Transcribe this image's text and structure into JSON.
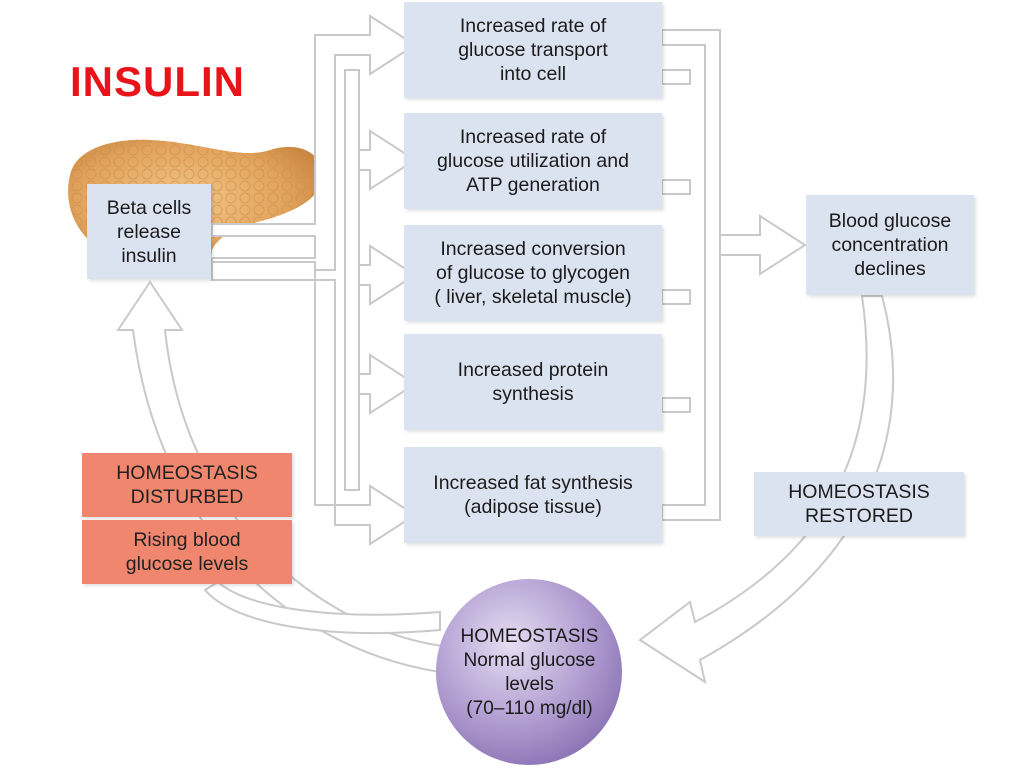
{
  "title": {
    "text": "INSULIN",
    "color": "#e8141a"
  },
  "colors": {
    "box_fill": "#dbe3f1",
    "orange_fill": "#f0866d",
    "circle_fill": "#a995c9",
    "arrow_fill": "#ffffff",
    "arrow_stroke": "#c9c9c9",
    "pancreas_fill": "#e8a95e"
  },
  "icons": {
    "organ": "pancreas-icon"
  },
  "beta_cells": {
    "lines": [
      "Beta cells",
      "release",
      "insulin"
    ]
  },
  "effects": [
    {
      "lines": [
        "Increased rate of",
        "glucose transport",
        "into cell"
      ]
    },
    {
      "lines": [
        "Increased rate of",
        "glucose utilization and",
        "ATP generation"
      ]
    },
    {
      "lines": [
        "Increased conversion",
        "of glucose to glycogen",
        "( liver, skeletal muscle)"
      ]
    },
    {
      "lines": [
        "Increased protein",
        "synthesis"
      ]
    },
    {
      "lines": [
        "Increased fat synthesis",
        "(adipose tissue)"
      ]
    }
  ],
  "blood_glucose": {
    "lines": [
      "Blood glucose",
      "concentration",
      "declines"
    ]
  },
  "homeostasis_restored": {
    "lines": [
      "HOMEOSTASIS",
      "RESTORED"
    ]
  },
  "homeostasis_disturbed": {
    "header": "HOMEOSTASIS DISTURBED",
    "header_lines": [
      "HOMEOSTASIS",
      "DISTURBED"
    ],
    "body_lines": [
      "Rising blood",
      "glucose levels"
    ]
  },
  "homeostasis_circle": {
    "lines": [
      "HOMEOSTASIS",
      "Normal glucose",
      "levels",
      "(70–110 mg/dl)"
    ]
  }
}
